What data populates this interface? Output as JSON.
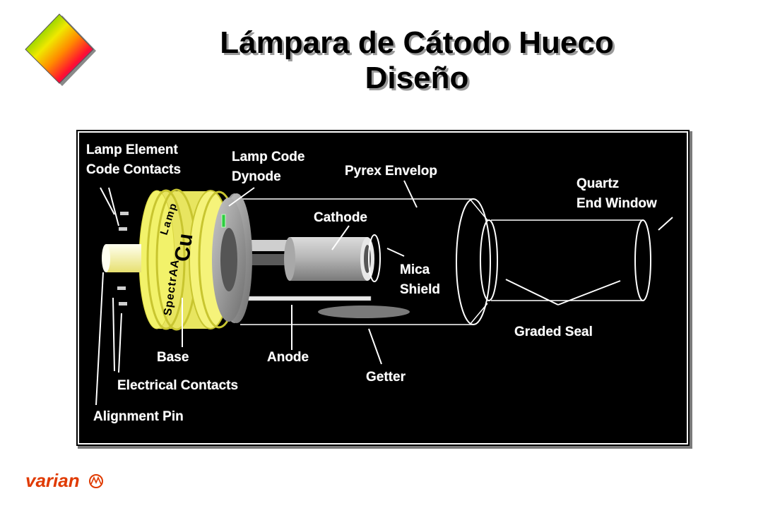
{
  "slide": {
    "title_line1": "Lámpara de Cátodo Hueco",
    "title_line2": "Diseño"
  },
  "labels": {
    "lamp_element_1": "Lamp Element",
    "lamp_element_2": "Code Contacts",
    "lamp_code_1": "Lamp Code",
    "lamp_code_2": "Dynode",
    "pyrex": "Pyrex Envelop",
    "quartz_1": "Quartz",
    "quartz_2": "End Window",
    "cathode": "Cathode",
    "mica_1": "Mica",
    "mica_2": "Shield",
    "graded_seal": "Graded Seal",
    "base": "Base",
    "anode": "Anode",
    "getter": "Getter",
    "electrical": "Electrical Contacts",
    "alignment": "Alignment Pin"
  },
  "lamp_base": {
    "brand": "SpectrAA",
    "word": "Lamp",
    "element": "Cu"
  },
  "logo": {
    "text": "varian"
  },
  "colors": {
    "panel": "#000000",
    "base_yellow": "#f2f26a",
    "label_white": "#ffffff",
    "logo_orange": "#e03a00"
  }
}
